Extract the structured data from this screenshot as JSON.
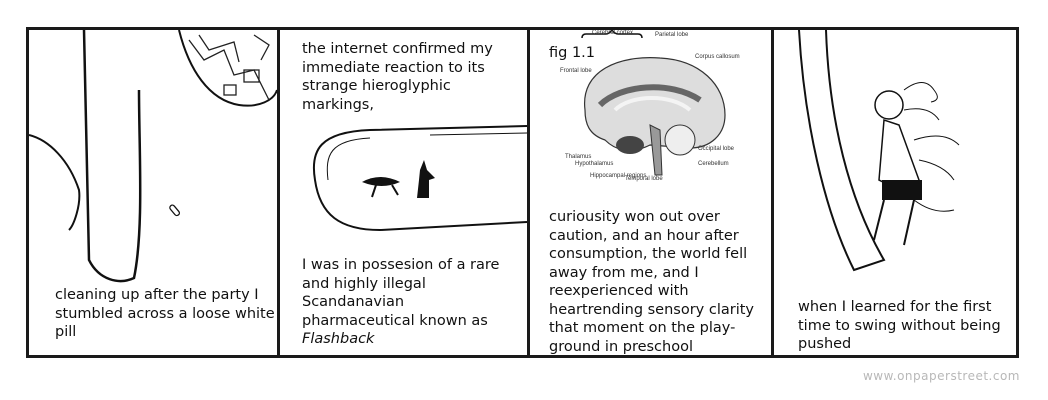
{
  "panels": [
    {
      "caption": "cleaning up after the party I stumbled across a loose white pill"
    },
    {
      "caption_top": "the internet confirmed my immediate reaction to its strange hieroglyphic markings,",
      "caption_bottom_lines": [
        "I was in possesion of a rare and highly illegal Scandanavian pharmaceutical known as "
      ],
      "caption_bottom_italic": "Flashback"
    },
    {
      "figure_label": "fig 1.1",
      "brain_labels": {
        "cerebral_cortex": "Cerebral cortex",
        "parietal": "Parietal lobe",
        "corpus": "Corpus callosum",
        "frontal": "Frontal lobe",
        "thalamus": "Thalamus",
        "hypothalamus": "Hypothalamus",
        "hippocampal": "Hippocampal regions",
        "temporal": "Temporal lobe",
        "occipital": "Occipital lobe",
        "cerebellum": "Cerebellum"
      },
      "caption": "curiousity won out over caution, and an hour after consumption, the world fell away from me, and I reexperienced with heartrending sensory clarity that moment on the play-ground in preschool"
    },
    {
      "caption": "when I learned for the first time to swing without being pushed"
    }
  ],
  "watermark": "www.onpaperstreet.com"
}
